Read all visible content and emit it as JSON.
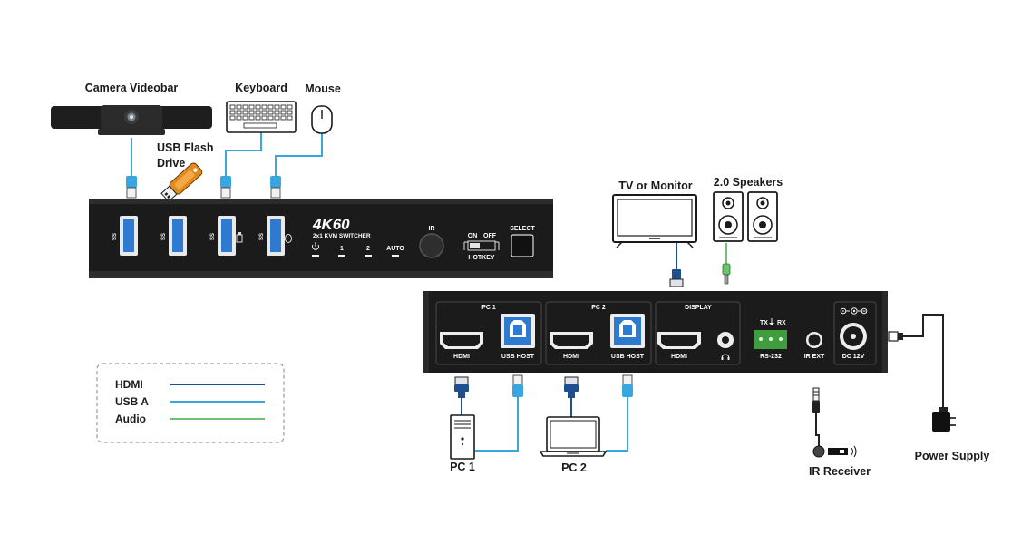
{
  "devices": {
    "camera": "Camera Videobar",
    "keyboard": "Keyboard",
    "mouse": "Mouse",
    "usb_flash_line1": "USB Flash",
    "usb_flash_line2": "Drive",
    "tv": "TV or Monitor",
    "speakers": "2.0 Speakers",
    "pc1": "PC 1",
    "pc2": "PC 2",
    "ir_receiver": "IR Receiver",
    "power_supply": "Power Supply"
  },
  "front_panel": {
    "model": "4K60",
    "subtitle": "2x1 KVM SWITCHER",
    "led_1": "1",
    "led_2": "2",
    "led_auto": "AUTO",
    "ir": "IR",
    "on": "ON",
    "off": "OFF",
    "hotkey": "HOTKEY",
    "select": "SELECT",
    "usb_ss": "SS"
  },
  "rear_panel": {
    "pc1": "PC 1",
    "pc2": "PC 2",
    "display": "DISPLAY",
    "hdmi": "HDMI",
    "usb_host": "USB HOST",
    "tx": "TX",
    "rx": "RX",
    "rs232": "RS-232",
    "ir_ext": "IR EXT",
    "dc12v": "DC 12V"
  },
  "legend": [
    {
      "label": "HDMI",
      "color": "#1f4e91"
    },
    {
      "label": "USB A",
      "color": "#3aa6e0"
    },
    {
      "label": "Audio",
      "color": "#6cc46e"
    }
  ],
  "colors": {
    "hdmi_cable": "#1f4e91",
    "usb_cable": "#3aa6e0",
    "audio_cable": "#6cc46e",
    "device_body": "#1c1c1c",
    "port_blue": "#2e7ad1"
  }
}
